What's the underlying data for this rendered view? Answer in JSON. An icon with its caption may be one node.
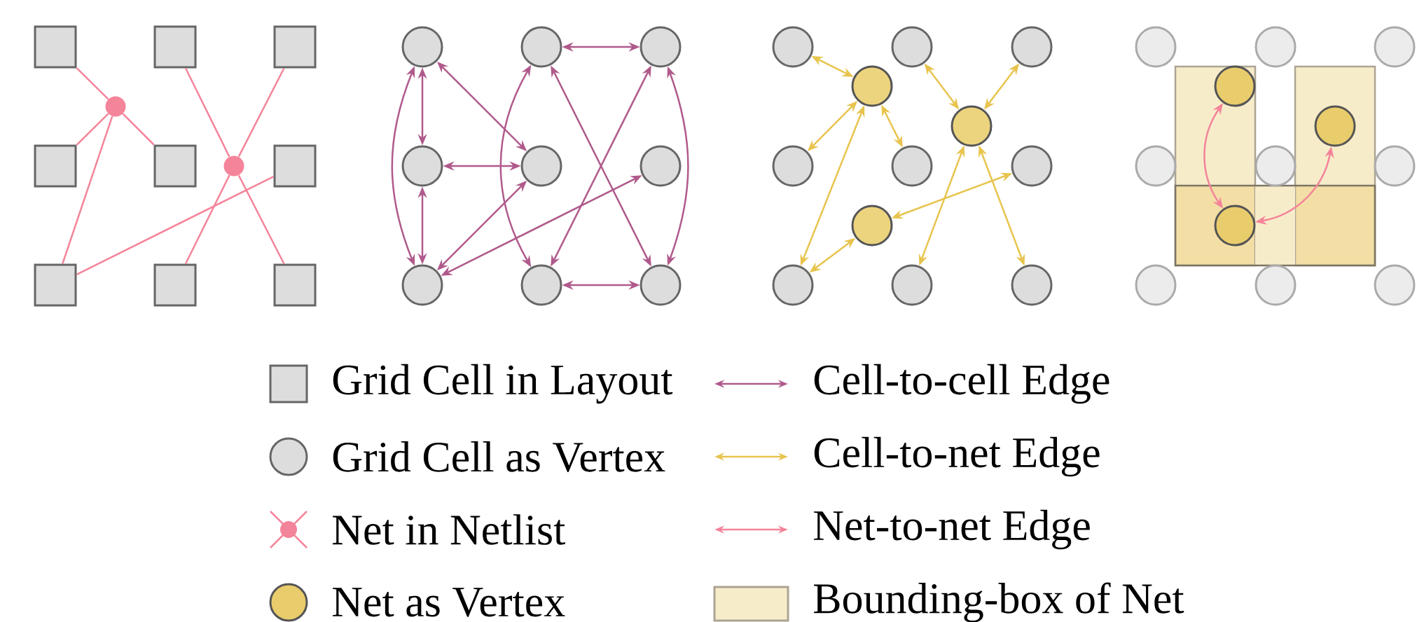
{
  "diagram": {
    "nodes": [
      {
        "text": [],
        "shape": "box"
      },
      {
        "text": [],
        "shape": "box"
      },
      {
        "text": [],
        "shape": "box"
      },
      {
        "text": [],
        "shape": "box"
      },
      {
        "text": [],
        "shape": "box"
      },
      {
        "text": [],
        "shape": "box"
      },
      {
        "text": [],
        "shape": "box"
      },
      {
        "text": [],
        "shape": "box"
      },
      {
        "text": [],
        "shape": "box"
      },
      {
        "text": [],
        "shape": "circle"
      },
      {
        "text": [],
        "shape": "circle"
      },
      {
        "text": [],
        "shape": "circle"
      },
      {
        "text": [],
        "shape": "circle"
      },
      {
        "text": [],
        "shape": "circle"
      },
      {
        "text": [],
        "shape": "circle"
      },
      {
        "text": [],
        "shape": "circle"
      },
      {
        "text": [],
        "shape": "circle"
      },
      {
        "text": [],
        "shape": "circle"
      },
      {
        "text": [],
        "shape": "circle"
      },
      {
        "text": [],
        "shape": "circle"
      },
      {
        "text": [],
        "shape": "circle"
      },
      {
        "text": [],
        "shape": "circle"
      },
      {
        "text": [],
        "shape": "circle"
      },
      {
        "text": [],
        "shape": "circle"
      },
      {
        "text": [],
        "shape": "circle"
      },
      {
        "text": [],
        "shape": "circle"
      },
      {
        "text": [],
        "shape": "circle"
      },
      {
        "text": [],
        "shape": "circle"
      },
      {
        "text": [],
        "shape": "circle"
      },
      {
        "text": [],
        "shape": "circle"
      },
      {
        "text": [],
        "shape": "circle"
      },
      {
        "text": [],
        "shape": "circle"
      },
      {
        "text": [],
        "shape": "circle"
      },
      {
        "text": [],
        "shape": "circle"
      },
      {
        "text": [],
        "shape": "circle"
      },
      {
        "text": [],
        "shape": "circle"
      },
      {
        "text": [],
        "shape": "circle"
      },
      {
        "text": [],
        "shape": "circle"
      },
      {
        "text": [],
        "shape": "circle"
      },
      {
        "text": [],
        "shape": "circle"
      },
      {
        "text": [],
        "shape": "circle"
      },
      {
        "text": [],
        "shape": "circle"
      },
      {
        "text": [],
        "shape": "circle"
      },
      {
        "text": [],
        "shape": "circle"
      }
    ],
    "edges": [
      {
        "from": 9,
        "to": 0,
        "arrow": "none",
        "color": "#f4849a"
      },
      {
        "from": 9,
        "to": 3,
        "arrow": "none",
        "color": "#f4849a"
      },
      {
        "from": 9,
        "to": 4,
        "arrow": "none",
        "color": "#f4849a"
      },
      {
        "from": 9,
        "to": 6,
        "arrow": "none",
        "color": "#f4849a"
      },
      {
        "from": 10,
        "to": 1,
        "arrow": "none",
        "color": "#f4849a"
      },
      {
        "from": 10,
        "to": 2,
        "arrow": "none",
        "color": "#f4849a"
      },
      {
        "from": 10,
        "to": 7,
        "arrow": "none",
        "color": "#f4849a"
      },
      {
        "from": 10,
        "to": 8,
        "arrow": "none",
        "color": "#f4849a"
      },
      {
        "from": 6,
        "to": 5,
        "arrow": "none",
        "color": "#f4849a"
      },
      {
        "from": 11,
        "to": 14,
        "arrow": "both"
      },
      {
        "from": 14,
        "to": 17,
        "arrow": "both"
      },
      {
        "from": 11,
        "to": 17,
        "arrow": "both"
      },
      {
        "from": 11,
        "to": 15,
        "arrow": "both"
      },
      {
        "from": 14,
        "to": 15,
        "arrow": "both"
      },
      {
        "from": 17,
        "to": 15,
        "arrow": "both"
      },
      {
        "from": 17,
        "to": 16,
        "arrow": "both"
      },
      {
        "from": 12,
        "to": 13,
        "arrow": "both"
      },
      {
        "from": 12,
        "to": 18,
        "arrow": "both"
      },
      {
        "from": 12,
        "to": 19,
        "arrow": "both"
      },
      {
        "from": 13,
        "to": 18,
        "arrow": "both"
      },
      {
        "from": 13,
        "to": 19,
        "arrow": "both"
      },
      {
        "from": 18,
        "to": 19,
        "arrow": "both"
      },
      {
        "from": 29,
        "to": 20,
        "arrow": "both",
        "color": "#e8c44e"
      },
      {
        "from": 29,
        "to": 23,
        "arrow": "both",
        "color": "#e8c44e"
      },
      {
        "from": 29,
        "to": 24,
        "arrow": "both",
        "color": "#e8c44e"
      },
      {
        "from": 29,
        "to": 26,
        "arrow": "both",
        "color": "#e8c44e"
      },
      {
        "from": 30,
        "to": 21,
        "arrow": "both",
        "color": "#e8c44e"
      },
      {
        "from": 30,
        "to": 22,
        "arrow": "both",
        "color": "#e8c44e"
      },
      {
        "from": 30,
        "to": 27,
        "arrow": "both",
        "color": "#e8c44e"
      },
      {
        "from": 30,
        "to": 28,
        "arrow": "both",
        "color": "#e8c44e"
      },
      {
        "from": 31,
        "to": 25,
        "arrow": "both",
        "color": "#e8c44e"
      },
      {
        "from": 31,
        "to": 26,
        "arrow": "both",
        "color": "#e8c44e"
      },
      {
        "from": 41,
        "to": 43,
        "arrow": "both",
        "color": "#f4849a"
      },
      {
        "from": 42,
        "to": 43,
        "arrow": "both",
        "color": "#f4849a"
      }
    ],
    "legend": [
      {
        "text": "Grid Cell in Layout"
      },
      {
        "text": "Grid Cell as Vertex"
      },
      {
        "text": "Net in Netlist"
      },
      {
        "text": "Net as Vertex"
      },
      {
        "text": "Cell-to-cell Edge"
      },
      {
        "text": "Cell-to-net Edge"
      },
      {
        "text": "Net-to-net Edge"
      },
      {
        "text": "Bounding-box of Net",
        "color": "#f7ecca"
      }
    ]
  }
}
